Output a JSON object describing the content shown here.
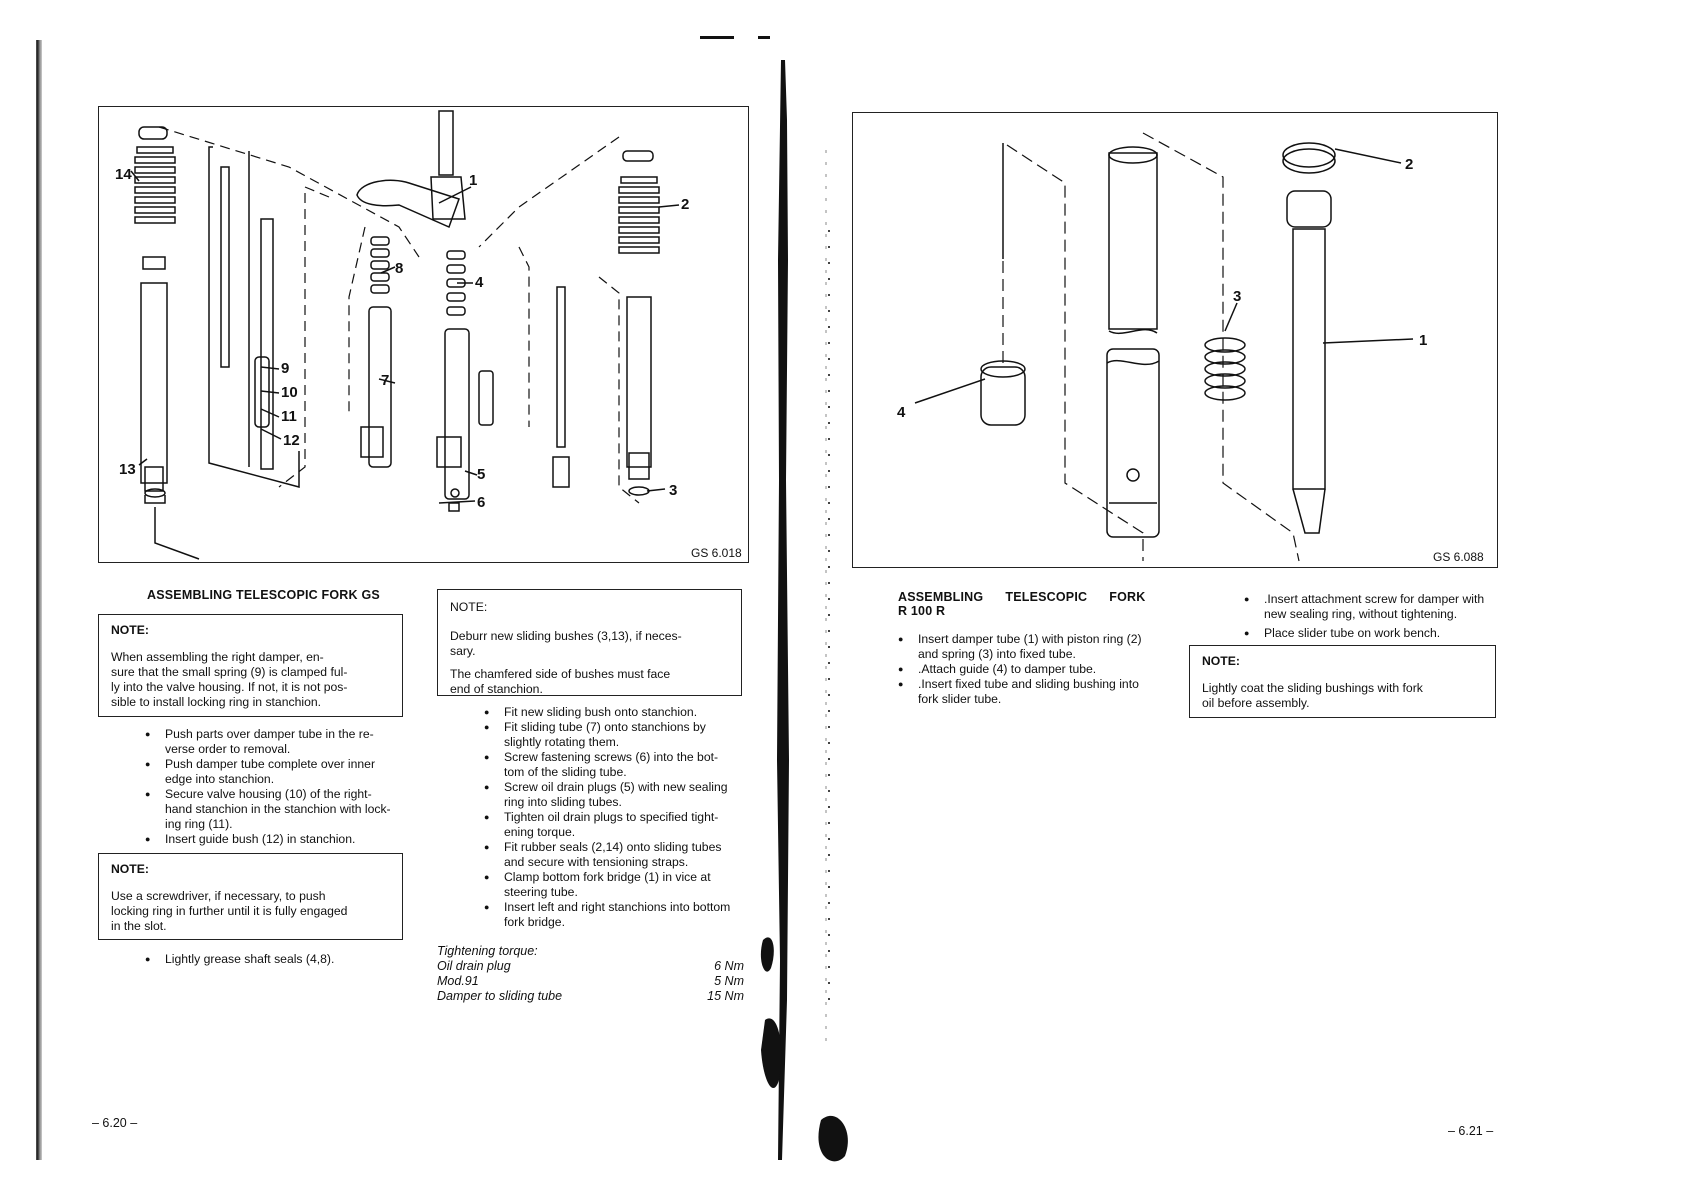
{
  "left_page": {
    "figure": {
      "caption": "GS 6.018",
      "callouts": [
        "1",
        "2",
        "3",
        "4",
        "5",
        "6",
        "7",
        "8",
        "9",
        "10",
        "11",
        "12",
        "13",
        "14"
      ]
    },
    "heading": "ASSEMBLING TELESCOPIC FORK GS",
    "note1": {
      "title": "NOTE:",
      "lines": [
        "When assembling the right damper, en-",
        "sure that the small spring (9) is clamped ful-",
        "ly into the valve housing. If not, it is not pos-",
        "sible to install locking ring in stanchion."
      ]
    },
    "bullets1": [
      [
        "Push parts over damper tube in the re-",
        "verse order to removal."
      ],
      [
        "Push damper tube complete over inner",
        "edge into stanchion."
      ],
      [
        "Secure valve housing (10) of the right-",
        "hand stanchion in the stanchion with lock-",
        "ing ring (11)."
      ],
      [
        "Insert guide bush (12) in stanchion."
      ]
    ],
    "note2": {
      "title": "NOTE:",
      "lines": [
        "Use a screwdriver, if necessary, to push",
        "locking ring in further until it is fully engaged",
        "in the slot."
      ]
    },
    "bullets2": [
      [
        "Lightly grease shaft seals (4,8)."
      ]
    ],
    "note3": {
      "title": "NOTE:",
      "para1": [
        "Deburr new sliding bushes (3,13), if neces-",
        "sary."
      ],
      "para2": [
        "The chamfered side of bushes must face",
        "end of stanchion."
      ]
    },
    "bullets3": [
      [
        "Fit new sliding bush onto stanchion."
      ],
      [
        "Fit sliding tube (7) onto stanchions by",
        "slightly rotating them."
      ],
      [
        "Screw fastening screws (6) into the bot-",
        "tom of the sliding tube."
      ],
      [
        "Screw oil drain plugs (5) with new sealing",
        "ring into sliding tubes."
      ],
      [
        "Tighten oil drain plugs to specified tight-",
        "ening torque."
      ],
      [
        "Fit rubber seals (2,14) onto sliding tubes",
        "and secure with tensioning straps."
      ],
      [
        "Clamp bottom fork bridge (1) in vice at",
        "steering tube."
      ],
      [
        "Insert left and right stanchions into bottom",
        "fork bridge."
      ]
    ],
    "torque": {
      "title": "Tightening  torque:",
      "rows": [
        {
          "label": "Oil drain plug",
          "value": "6 Nm"
        },
        {
          "label": "Mod.91",
          "value": "5 Nm"
        },
        {
          "label": "Damper to sliding tube",
          "value": "15 Nm"
        }
      ]
    },
    "page_number": "– 6.20 –"
  },
  "right_page": {
    "figure": {
      "caption": "GS 6.088",
      "callouts": [
        "1",
        "2",
        "3",
        "4"
      ]
    },
    "heading_line1": "ASSEMBLING      TELESCOPIC      FORK",
    "heading_line2": "R 100 R",
    "bullets1": [
      [
        "Insert damper tube (1) with piston ring (2)",
        "and spring (3) into fixed tube."
      ],
      [
        ".Attach guide (4) to damper tube."
      ],
      [
        ".Insert fixed tube and sliding bushing into",
        "fork slider tube."
      ]
    ],
    "bullets2": [
      [
        ".Insert attachment screw for damper with",
        "new sealing ring, without tightening."
      ],
      [
        "Place slider tube on work bench."
      ]
    ],
    "note": {
      "title": "NOTE:",
      "lines": [
        "Lightly coat the sliding bushings with fork",
        "oil before assembly."
      ]
    },
    "page_number": "– 6.21 –"
  }
}
